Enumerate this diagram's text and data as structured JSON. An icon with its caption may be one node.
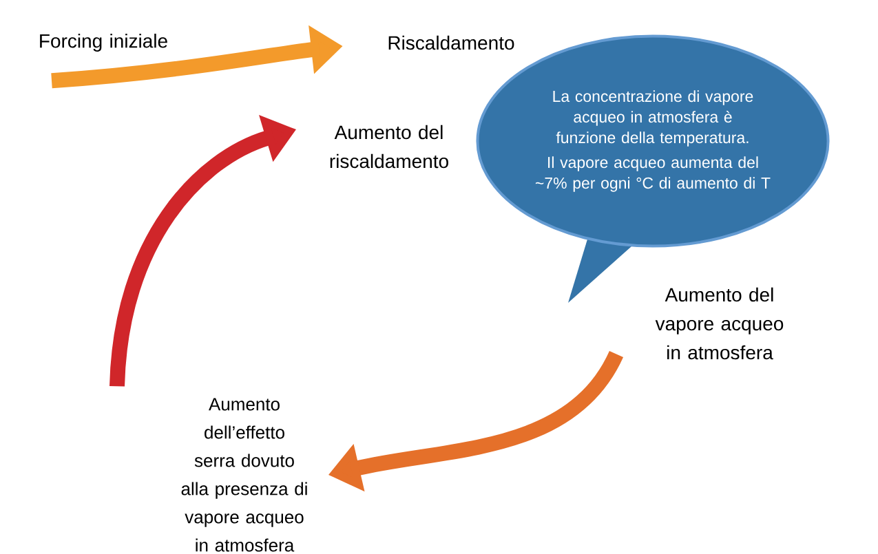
{
  "diagram": {
    "nodes": [
      {
        "text": [
          "Forcing iniziale"
        ]
      },
      {
        "text": [
          "Riscaldamento"
        ]
      },
      {
        "text": [
          "Aumento del riscaldamento"
        ]
      },
      {
        "text": [
          "La concentrazione di vapore acqueo in atmosfera è funzione della temperatura.",
          "Il vapore acqueo aumenta del ~7%  per ogni °C di aumento di T"
        ]
      },
      {
        "text": [
          "Aumento del vapore acqueo in atmosfera"
        ]
      },
      {
        "text": [
          "Aumento dell’effetto serra dovuto alla presenza di vapore acqueo in atmosfera"
        ]
      }
    ],
    "edges": [
      {
        "from": 0,
        "to": 1,
        "arrow": "to",
        "color": "#f39a2b"
      },
      {
        "from": 5,
        "to": 2,
        "arrow": "to",
        "color": "#d0262a"
      },
      {
        "from": 4,
        "to": 5,
        "arrow": "to",
        "color": "#e5702a"
      }
    ]
  }
}
